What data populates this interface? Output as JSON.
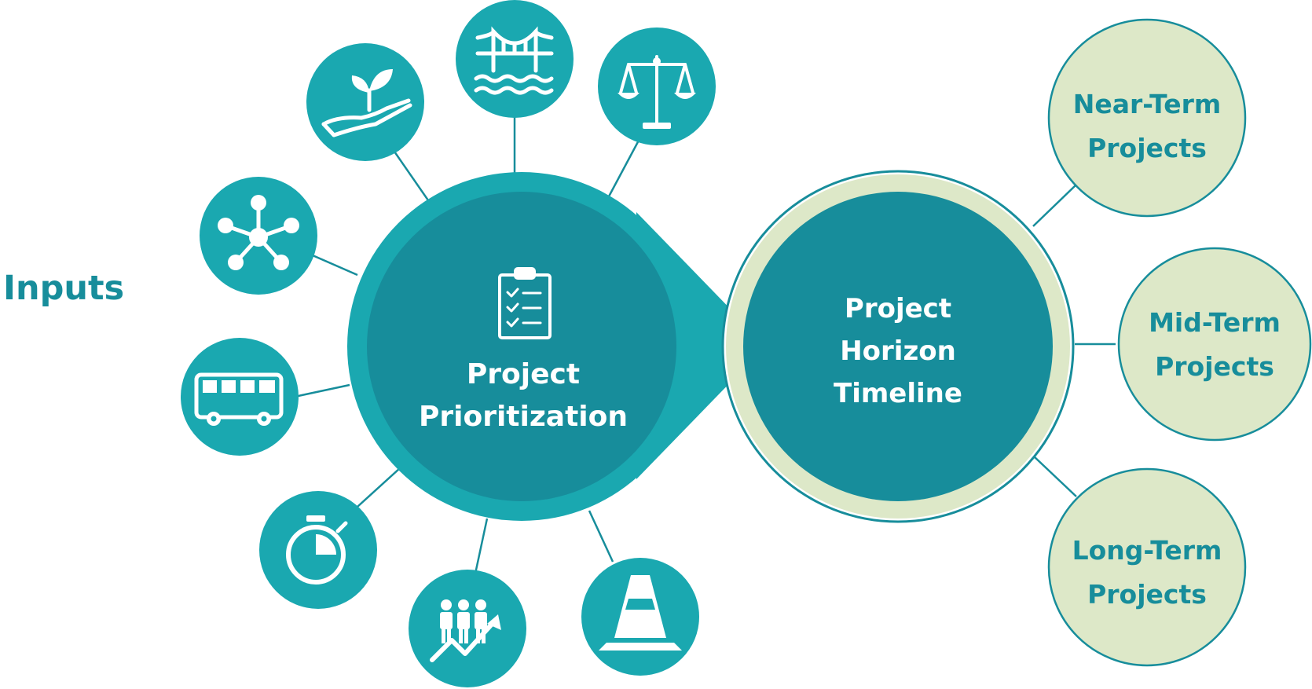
{
  "inputs_label": "Inputs",
  "center": {
    "title_line1": "Project",
    "title_line2": "Prioritization",
    "icon": "clipboard-checklist-icon"
  },
  "horizon": {
    "line1": "Project",
    "line2": "Horizon",
    "line3": "Timeline"
  },
  "outputs": [
    {
      "line1": "Near-Term",
      "line2": "Projects"
    },
    {
      "line1": "Mid-Term",
      "line2": "Projects"
    },
    {
      "line1": "Long-Term",
      "line2": "Projects"
    }
  ],
  "input_icons": [
    "network-hub-icon",
    "plant-in-hand-icon",
    "bridge-over-water-icon",
    "balance-scale-icon",
    "bus-icon",
    "stopwatch-icon",
    "people-growth-chart-icon",
    "traffic-cone-icon"
  ],
  "colors": {
    "teal": "#1aa8b0",
    "teal_dark": "#178d9b",
    "output_fill": "#dde8c8",
    "output_text": "#178d9b",
    "text_light": "#ffffff"
  }
}
